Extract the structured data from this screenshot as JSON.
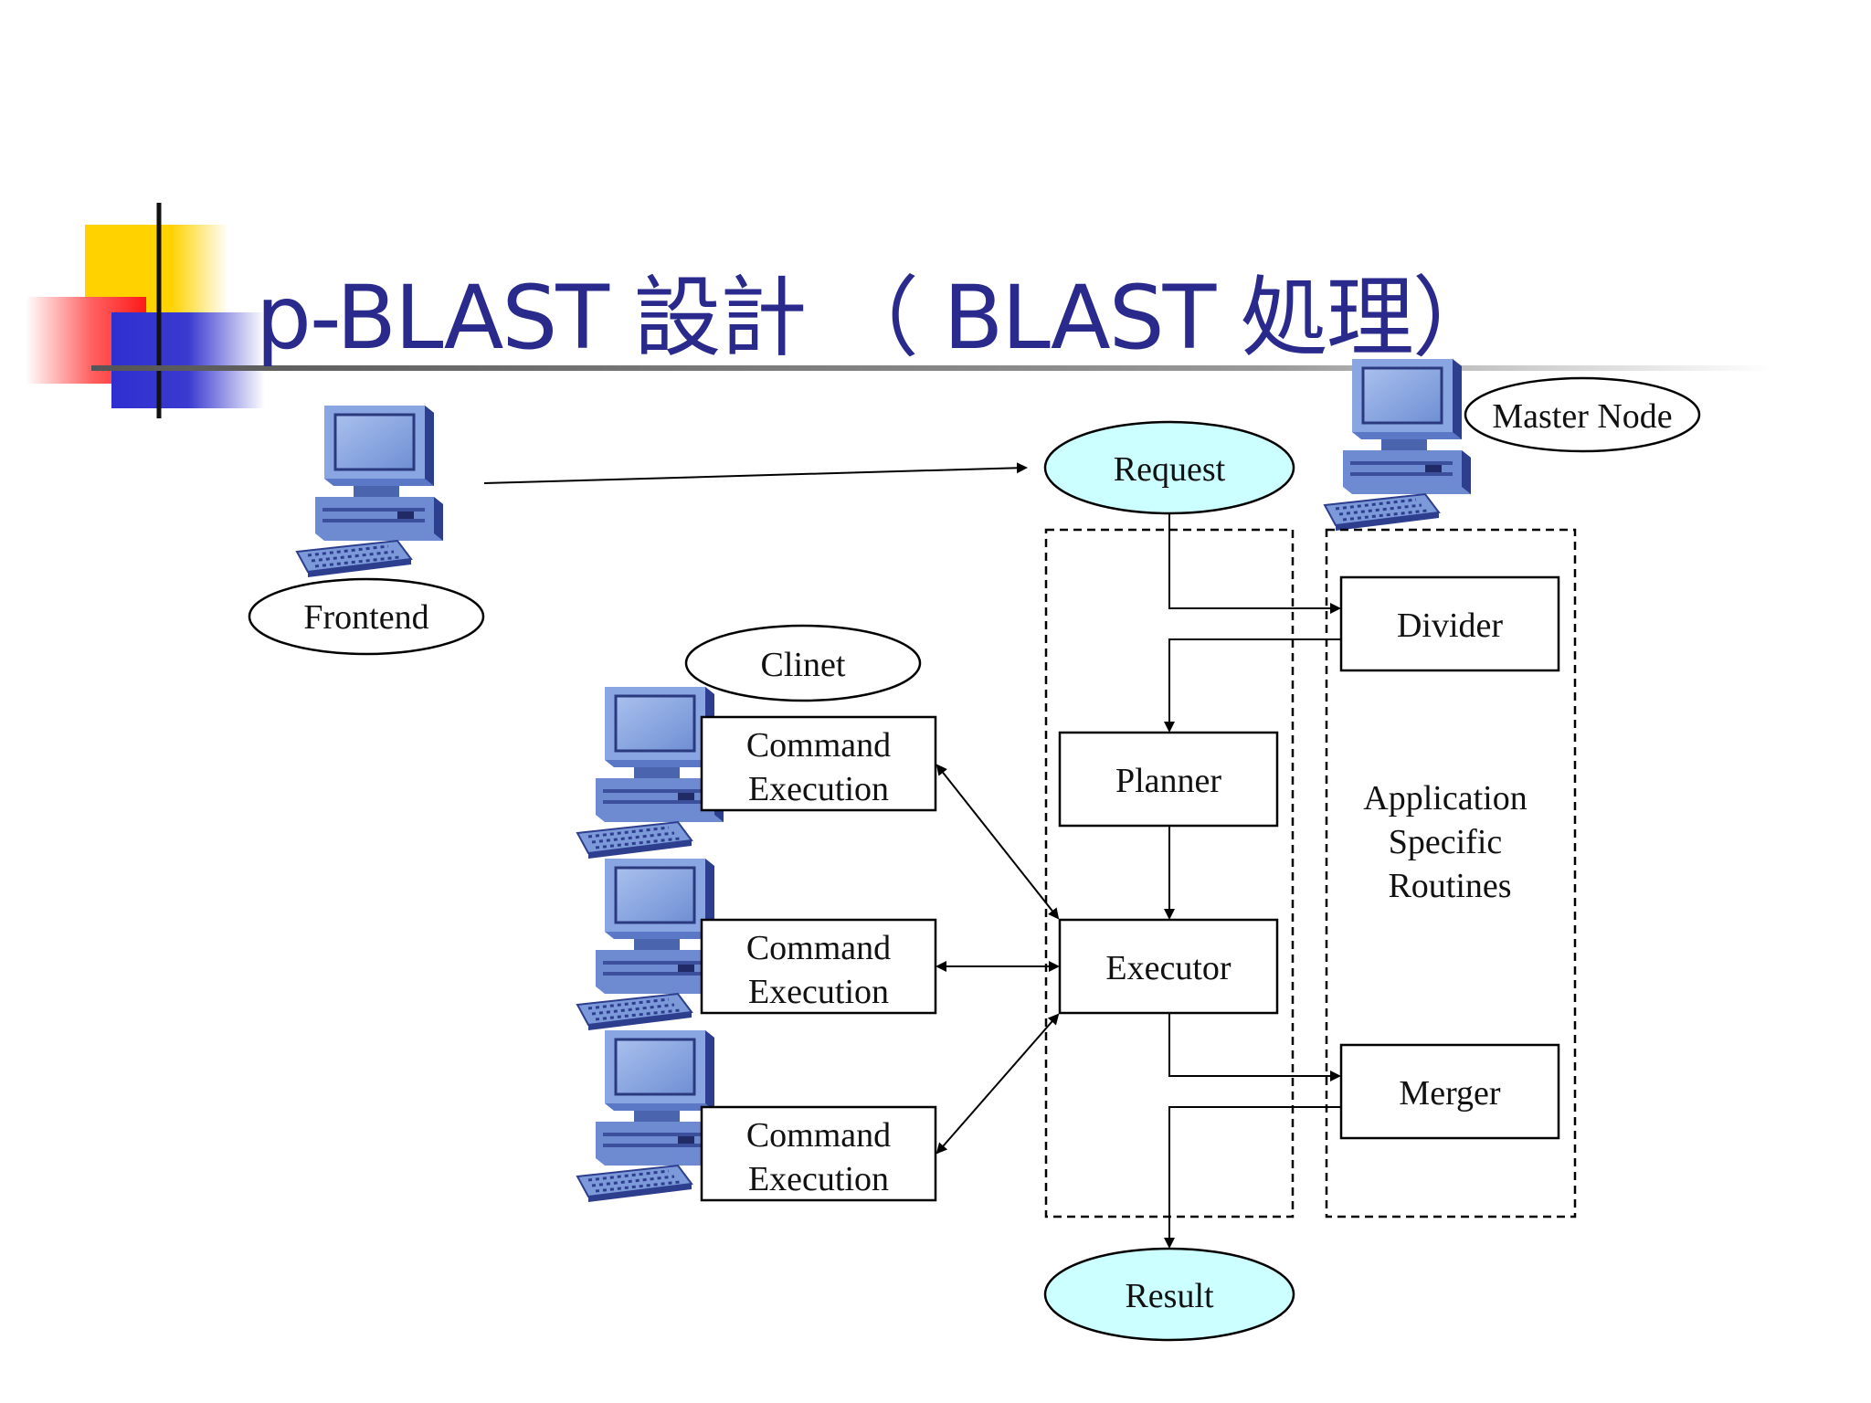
{
  "slide": {
    "title": "p-BLAST 設計 （ BLAST 処理）"
  },
  "diagram": {
    "frontend_label": "Frontend",
    "master_node_label": "Master Node",
    "client_label": "Clinet",
    "request_label": "Request",
    "result_label": "Result",
    "divider_label": "Divider",
    "planner_label": "Planner",
    "executor_label": "Executor",
    "merger_label": "Merger",
    "app_specific": [
      "Application",
      "Specific",
      "Routines"
    ],
    "command_exec": [
      [
        "Command",
        "Execution"
      ],
      [
        "Command",
        "Execution"
      ],
      [
        "Command",
        "Execution"
      ]
    ]
  },
  "colors": {
    "title": "#2a2a8c",
    "oval_fill": "#ccffff",
    "computer_body": "#7a97d6",
    "computer_dark": "#2f3f8c",
    "accent_yellow": "#ffd200",
    "accent_red": "#ff2a2a",
    "accent_blue": "#3a3ad0"
  }
}
